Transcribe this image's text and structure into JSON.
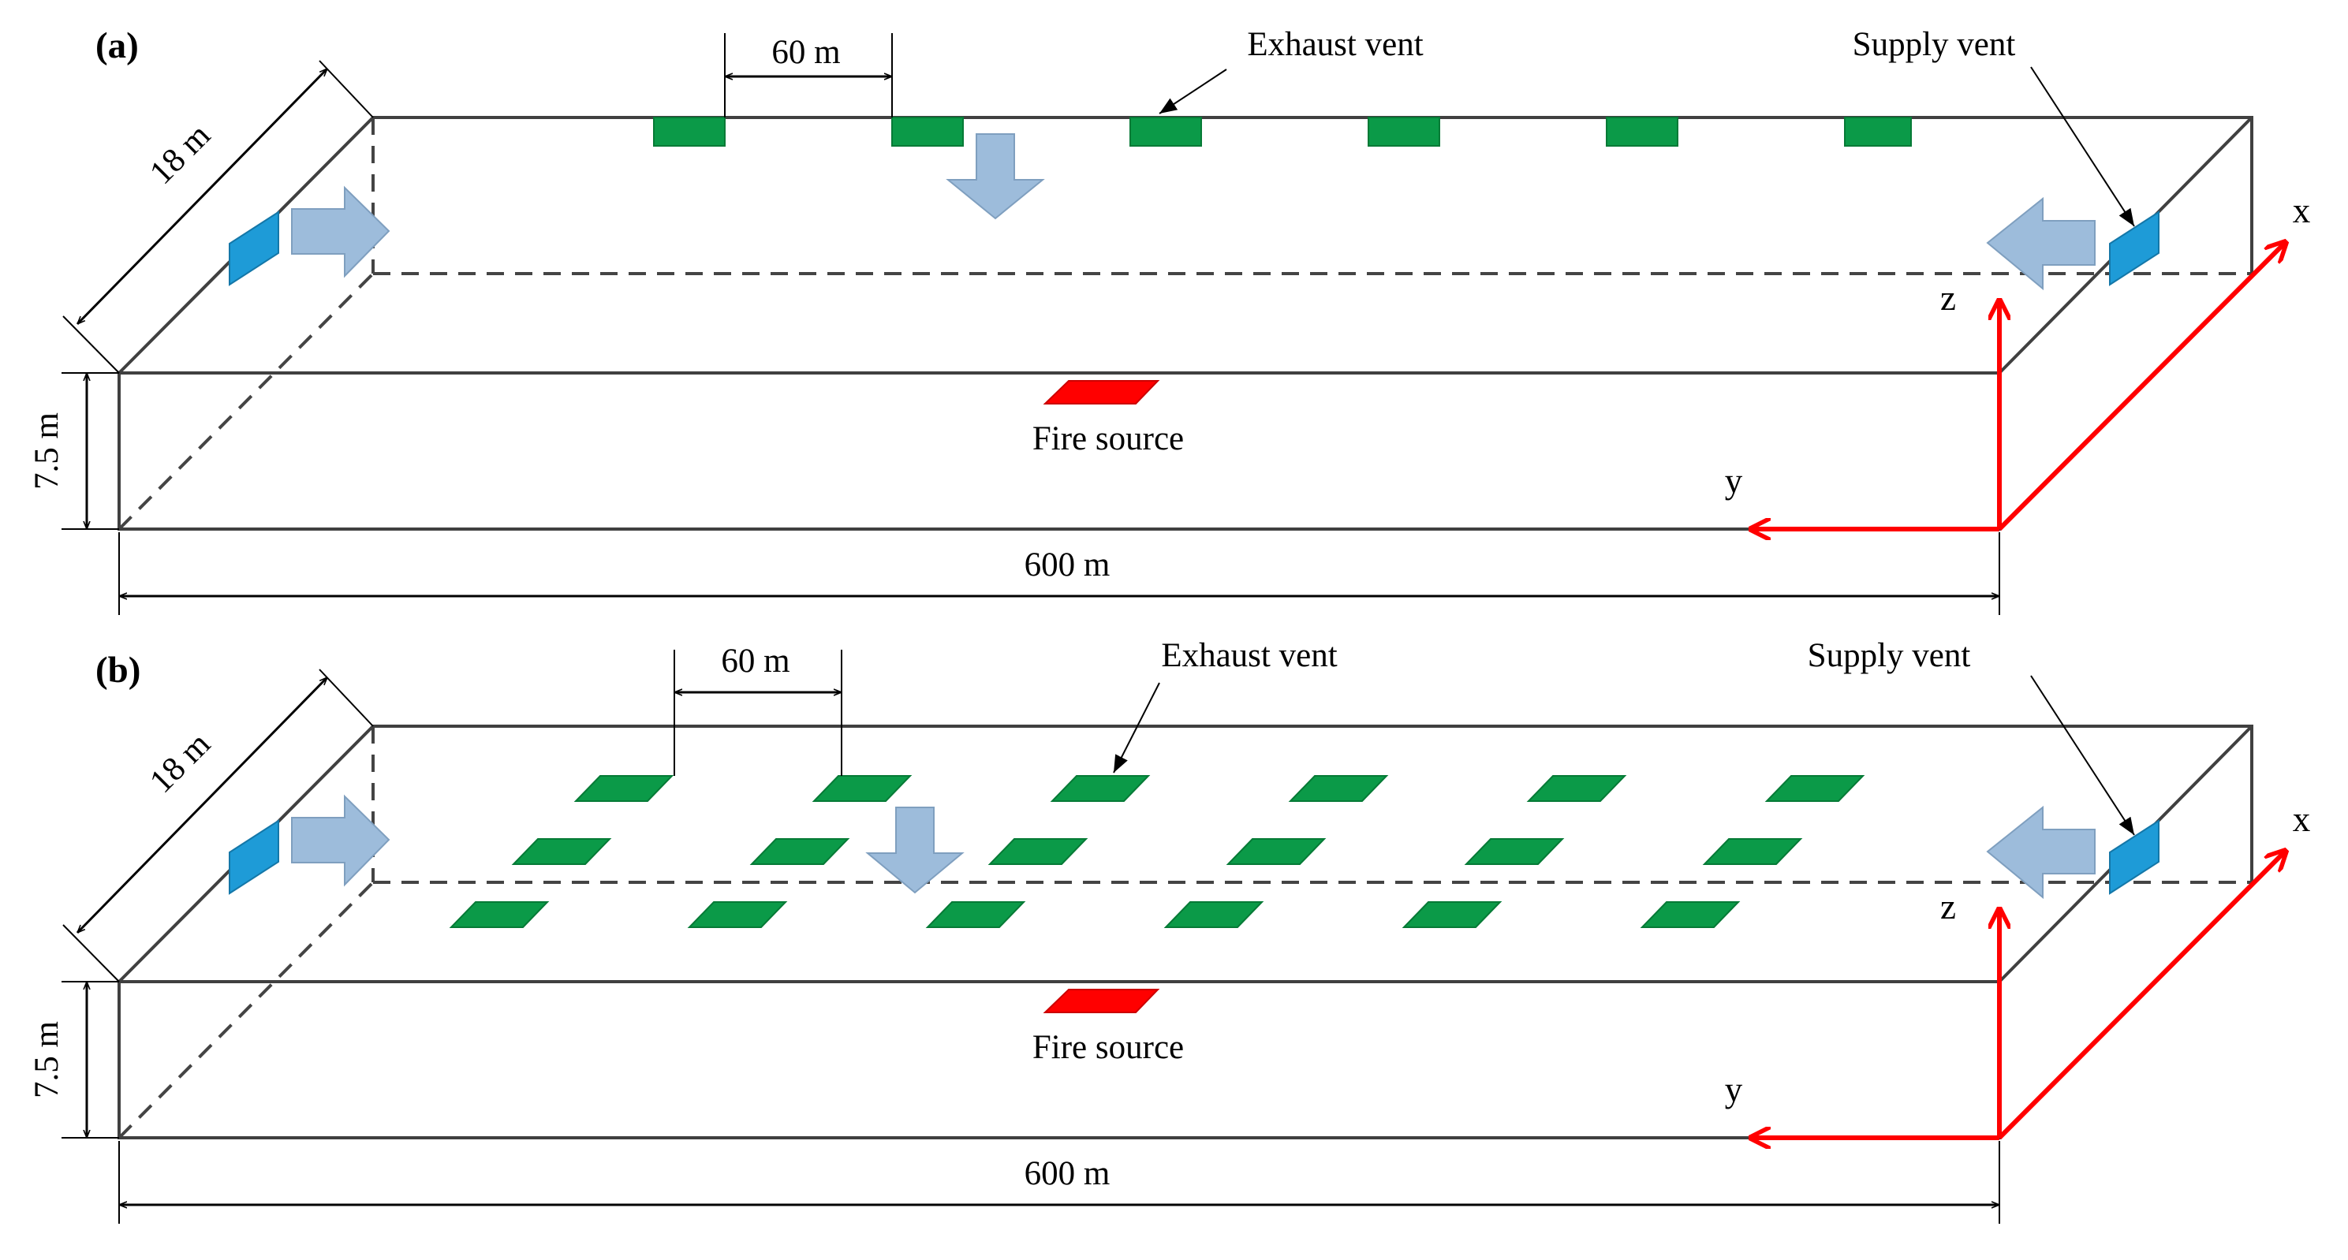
{
  "panels": [
    {
      "id": "a",
      "tag": "(a)",
      "spacing_label": "60 m",
      "exhaust_label": "Exhaust vent",
      "supply_label": "Supply vent",
      "width_label": "18 m",
      "height_label": "7.5 m",
      "length_label": "600 m",
      "fire_label": "Fire source",
      "axes": {
        "x": "x",
        "y": "y",
        "z": "z"
      },
      "exhaust_layout": "single row of 6 vents on top centerline"
    },
    {
      "id": "b",
      "tag": "(b)",
      "spacing_label": "60 m",
      "exhaust_label": "Exhaust vent",
      "supply_label": "Supply vent",
      "width_label": "18 m",
      "height_label": "7.5 m",
      "length_label": "600 m",
      "fire_label": "Fire source",
      "axes": {
        "x": "x",
        "y": "y",
        "z": "z"
      },
      "exhaust_layout": "3 staggered rows of 6 vents on top surface"
    }
  ],
  "colors": {
    "exhaust_vent": "#0b9a48",
    "supply_vent": "#1e9bd7",
    "fire_source": "#ff0000",
    "airflow_arrow": "#9dbcdb",
    "coordinate_axes": "#ff0000",
    "outline": "#404040"
  }
}
